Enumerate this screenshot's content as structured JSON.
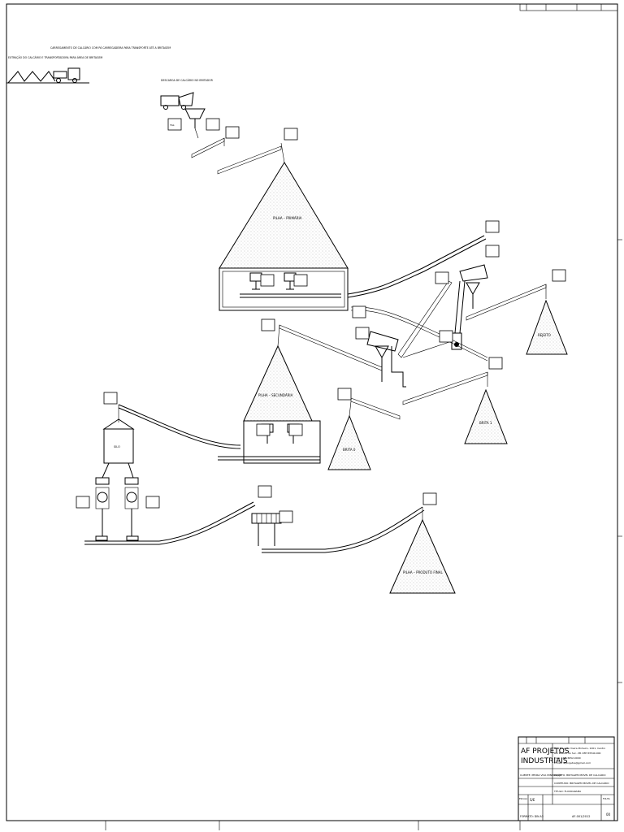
{
  "title_block": {
    "company_line1": "AF PROJETOS",
    "company_line2": "INDUSTRIAIS",
    "address_lines": [
      "Rua Eduardo Vieira Pinheiro, 1001, Centro",
      "Rio Branco do Sul - PR  CEP 83540-000",
      "Fone: (41) 3652-0000",
      "E-mail: afprojetos@gmail.com"
    ],
    "client_label": "CLIENTE: PEDRA VIVA MINERAÇÃO",
    "project_label": "PROJETO: BRITAGEM MÓVEL DE CALCÁRIO",
    "content_label": "CONTEÚDO: BRITAGEM MÓVEL DE CALCÁRIO",
    "fluxogram_label": "TÍTULO: FLUXOGRAMA",
    "scale_label": "ESCALA",
    "scale_value": "S/E",
    "format_label": "FORMATO: DIN A3",
    "sheet_label": "FOLHA",
    "drawing_number": "AF-001/2012",
    "revision": "00"
  },
  "piles": {
    "primary": "PILHA – PRIMÁRIA",
    "secondary": "PILHA – SECUNDÁRIA",
    "reject": "REJEITO",
    "brita1": "BRITA 1",
    "brita0": "BRITA 0",
    "final": "PILHA – PRODUTO FINAL"
  },
  "notes": {
    "quarry": "EXTRAÇÃO DO CALCÁRIO E TRANSPORTADORA PARA ÁREA DE BRITAGEM",
    "loader": "CARREGAMENTO DE CALCÁRIO COM PÁ CARREGADEIRA PARA TRANSPORTE ATÉ A BRITAGEM",
    "truck": "DESCARGA DE CALCÁRIO NO BRITADOR",
    "silo": "SILO"
  },
  "tag_text": "TAG",
  "colors": {
    "line": "#000000",
    "paper": "#ffffff"
  }
}
